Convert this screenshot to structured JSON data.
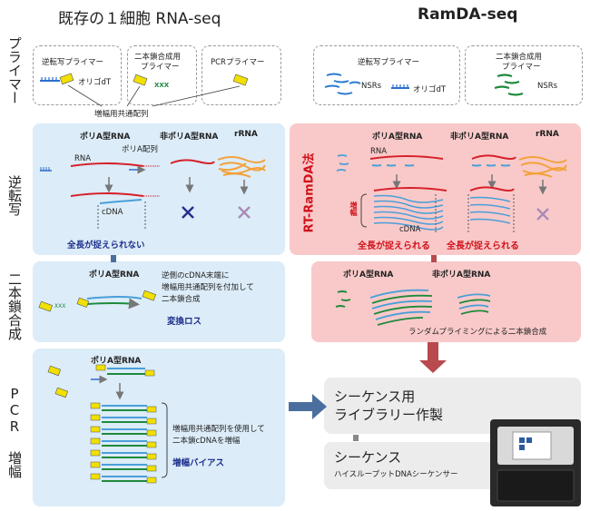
{
  "left_title": "既存の１細胞 RNA-seq",
  "right_title": "RamDA-seq",
  "rows": {
    "primer": "プライマー",
    "rt": "逆転写",
    "second": "二本鎖合成",
    "pcr": "PCR 増幅"
  },
  "primer_left": {
    "box1_title": "逆転写プライマー",
    "box1_item": "オリゴdT",
    "box2_title_1": "二本鎖合成用",
    "box2_title_2": "プライマー",
    "box2_item": "XXX",
    "box3_title": "PCRプライマー",
    "common_seq": "増幅用共通配列"
  },
  "primer_right": {
    "box1_title": "逆転写プライマー",
    "box1_item_a": "NSRs",
    "box1_item_b": "オリゴdT",
    "box2_title_1": "二本鎖合成用",
    "box2_title_2": "プライマー",
    "box2_item": "NSRs"
  },
  "rt_left": {
    "h_polya": "ポリA型RNA",
    "h_nonpolya": "非ポリA型RNA",
    "h_rrna": "rRNA",
    "polya_seq": "ポリA配列",
    "rna": "RNA",
    "cdna": "cDNA",
    "result": "全長が捉えられない",
    "tttt": "TTTT"
  },
  "rt_right": {
    "method": "RT-RamDA法",
    "h_polya": "ポリA型RNA",
    "h_nonpolya": "非ポリA型RNA",
    "h_rrna": "rRNA",
    "rna": "RNA",
    "cdna": "cDNA",
    "amp": "増幅",
    "result1": "全長が捉えられる",
    "result2": "全長が捉えられる"
  },
  "second_left": {
    "header": "ポリA型RNA",
    "desc1": "逆側のcDNA末端に",
    "desc2": "増幅用共通配列を付加して",
    "desc3": "二本鎖合成",
    "loss": "変換ロス",
    "xxx": "XXX"
  },
  "second_right": {
    "h_polya": "ポリA型RNA",
    "h_nonpolya": "非ポリA型RNA",
    "desc": "ランダムプライミングによる二本鎖合成"
  },
  "pcr_left": {
    "header": "ポリA型RNA",
    "desc1": "増幅用共通配列を使用して",
    "desc2": "二本鎖cDNAを増幅",
    "bias": "増幅バイアス"
  },
  "final": {
    "lib1": "シーケンス用",
    "lib2": "ライブラリー作製",
    "seq": "シーケンス",
    "seq_sub": "ハイスループットDNAシーケンサー"
  },
  "colors": {
    "panel_blue": "#dcecf8",
    "panel_red": "#f9c9c9",
    "rna_red": "#d6202a",
    "cdna_blue": "#4a9fd8",
    "primer_yellow": "#f1e000",
    "arrow_blue": "#4a6f9e",
    "arrow_red": "#b8494f"
  }
}
